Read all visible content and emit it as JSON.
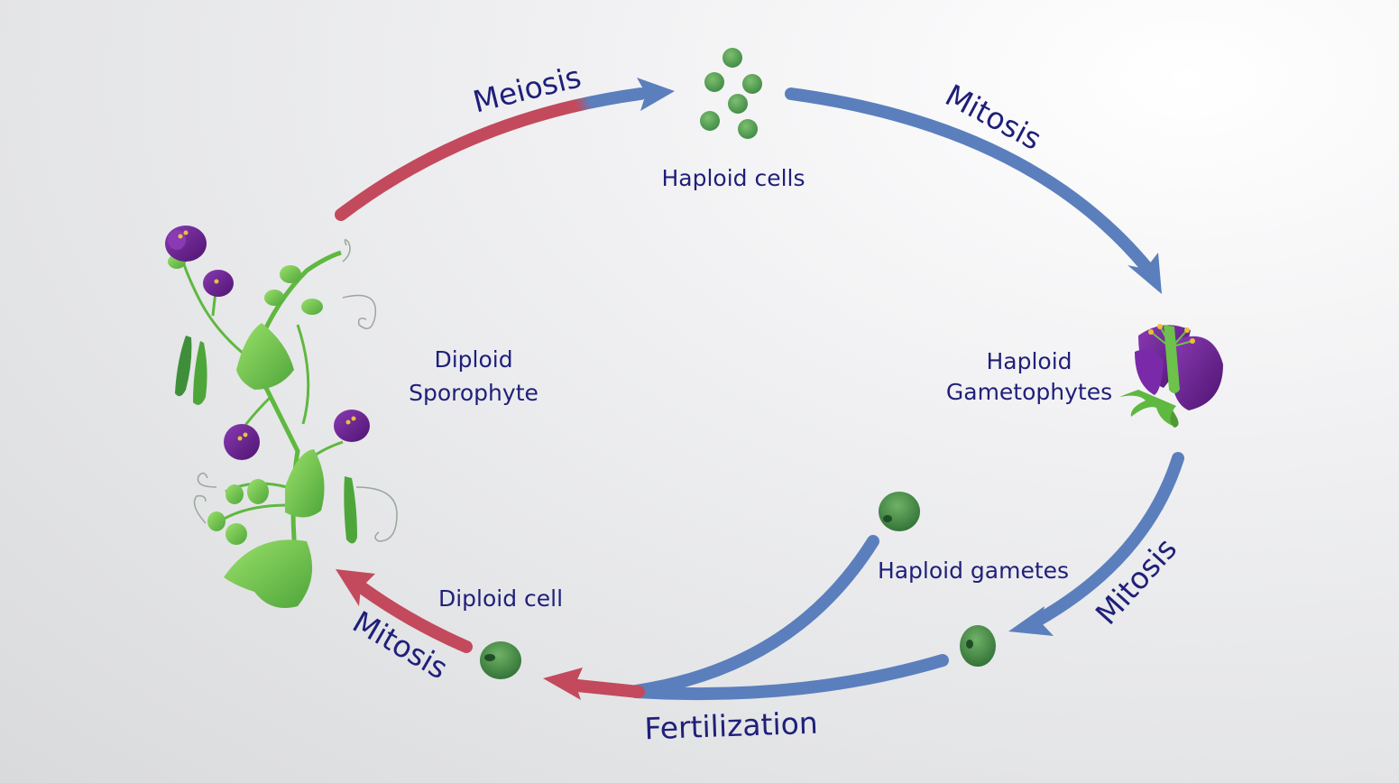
{
  "colors": {
    "blue_arrow": "#5b7fbd",
    "red_arrow": "#c24a5c",
    "label_text": "#1f1f7a",
    "cell_green": "#4f9a4f",
    "flower_purple": "#6a1f8f",
    "leaf_green": "#6cc24a"
  },
  "stages": {
    "haploid_cells": "Haploid cells",
    "haploid_gametophytes_line1": "Haploid",
    "haploid_gametophytes_line2": "Gametophytes",
    "haploid_gametes": "Haploid gametes",
    "diploid_cell": "Diploid cell",
    "diploid_sporophyte_line1": "Diploid",
    "diploid_sporophyte_line2": "Sporophyte"
  },
  "processes": {
    "meiosis": "Meiosis",
    "mitosis_top": "Mitosis",
    "mitosis_right": "Mitosis",
    "fertilization": "Fertilization",
    "mitosis_bottom_left": "Mitosis"
  },
  "icons": {
    "sporophyte": "pea-plant-icon",
    "gametophyte": "purple-flower-icon",
    "cells": "green-cell-icon"
  }
}
